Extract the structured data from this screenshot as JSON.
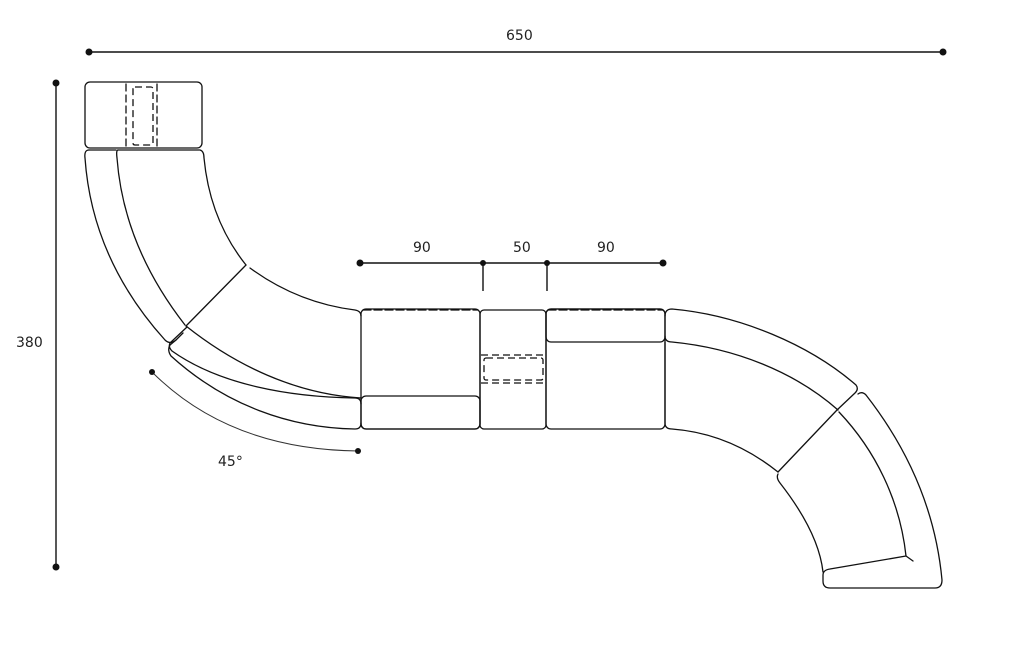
{
  "diagram": {
    "type": "sofa-module-floorplan",
    "overall_dimensions": {
      "width": {
        "label": "650"
      },
      "height": {
        "label": "380"
      }
    },
    "segment_dimensions": [
      {
        "label": "90"
      },
      {
        "label": "50"
      },
      {
        "label": "90"
      }
    ],
    "angle": {
      "label": "45°"
    },
    "modules": [
      {
        "name": "top-left-corner-table-module"
      },
      {
        "name": "left-curved-module-upper"
      },
      {
        "name": "left-curved-module-lower"
      },
      {
        "name": "center-left-straight-seat"
      },
      {
        "name": "center-table-module"
      },
      {
        "name": "center-right-straight-seat"
      },
      {
        "name": "right-curved-module-upper"
      },
      {
        "name": "right-curved-module-lower"
      }
    ]
  }
}
